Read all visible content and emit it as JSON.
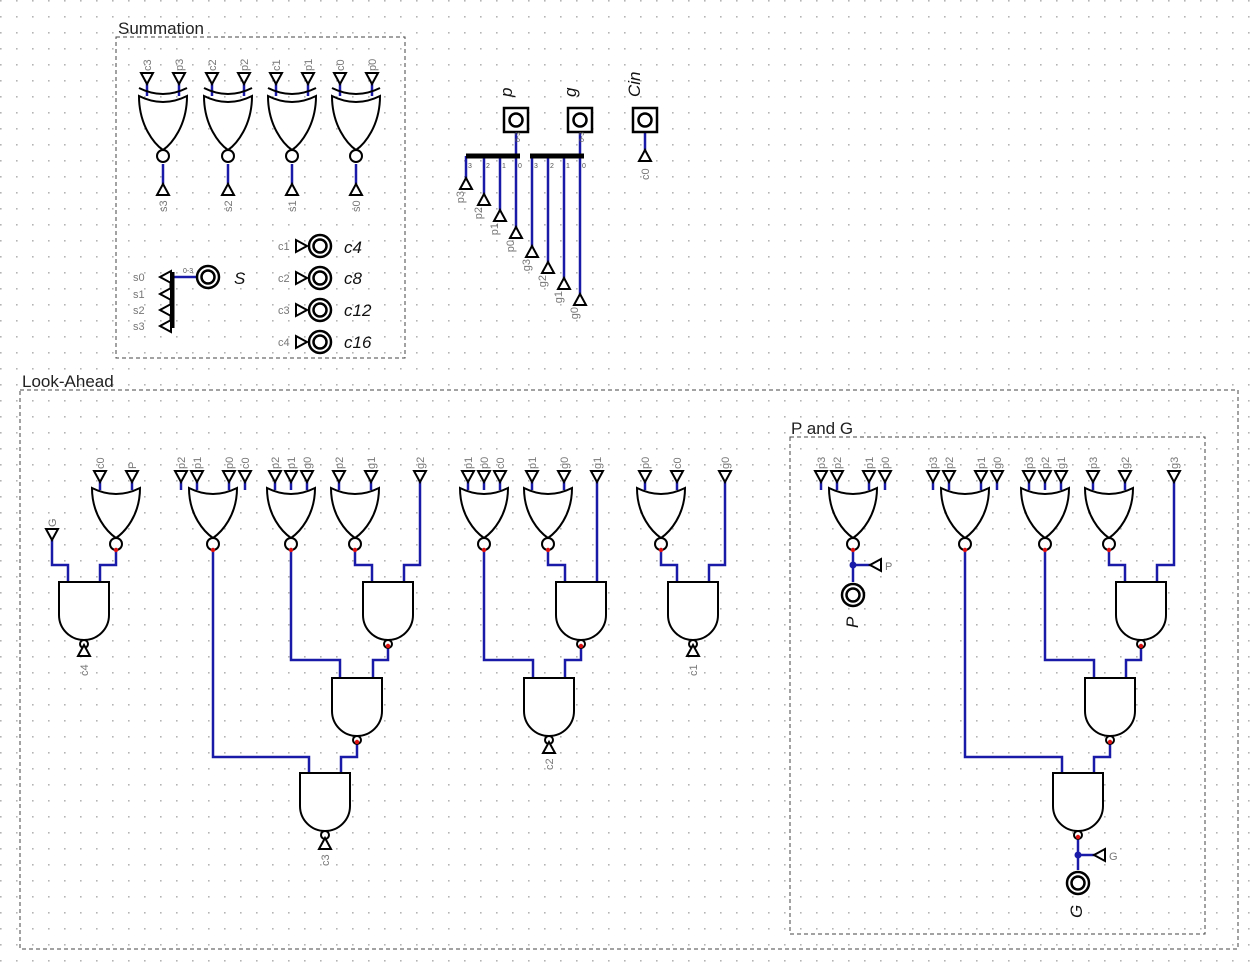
{
  "groups": {
    "summation": "Summation",
    "look_ahead": "Look-Ahead",
    "p_and_g": "P and G"
  },
  "outputs": {
    "p": "p",
    "g": "g",
    "cin": "Cin",
    "s": "S",
    "c4": "c4",
    "c8": "c8",
    "c12": "c12",
    "c16": "c16",
    "P": "P",
    "G": "G"
  },
  "tunnels": {
    "xnor_inputs": [
      [
        "c3",
        "p3"
      ],
      [
        "c2",
        "p2"
      ],
      [
        "c1",
        "p1"
      ],
      [
        "c0",
        "p0"
      ]
    ],
    "xnor_outputs": [
      "s3",
      "s2",
      "s1",
      "s0"
    ],
    "s_inputs": [
      "s0",
      "s1",
      "s2",
      "s3"
    ],
    "carry_inputs": [
      "c1",
      "c2",
      "c3",
      "c4"
    ],
    "p_split": [
      "p3",
      "p2",
      "p1",
      "p0"
    ],
    "g_split": [
      "g3",
      "g2",
      "g1",
      "g0"
    ],
    "cin_out": "c0",
    "bus_bits": [
      "3",
      "2",
      "1",
      "0"
    ],
    "bus_range": "0-3",
    "la_c4_G": "G",
    "la_c4_nand": [
      "c0",
      "P"
    ],
    "la_c4_out": "c4",
    "la_c3_n1": [
      "p2",
      "p1",
      "p0",
      "c0"
    ],
    "la_c3_n2": [
      "p2",
      "p1",
      "g0"
    ],
    "la_c3_n3": [
      "p2",
      "g1"
    ],
    "la_c3_g2": "g2",
    "la_c3_out": "c3",
    "la_c2_n1": [
      "p1",
      "p0",
      "c0"
    ],
    "la_c2_n2": [
      "p1",
      "g0"
    ],
    "la_c2_g1": "g1",
    "la_c2_out": "c2",
    "la_c1_n1": [
      "p0",
      "c0"
    ],
    "la_c1_g0": "g0",
    "la_c1_out": "c1",
    "pg_P_in": [
      "p3",
      "p2",
      "p1",
      "p0"
    ],
    "pg_P_tun": "P",
    "pg_n1": [
      "p3",
      "p2",
      "p1",
      "g0"
    ],
    "pg_n2": [
      "p3",
      "p2",
      "g1"
    ],
    "pg_n3": [
      "p3",
      "g2"
    ],
    "pg_g3": "g3",
    "pg_G_tun": "G"
  }
}
